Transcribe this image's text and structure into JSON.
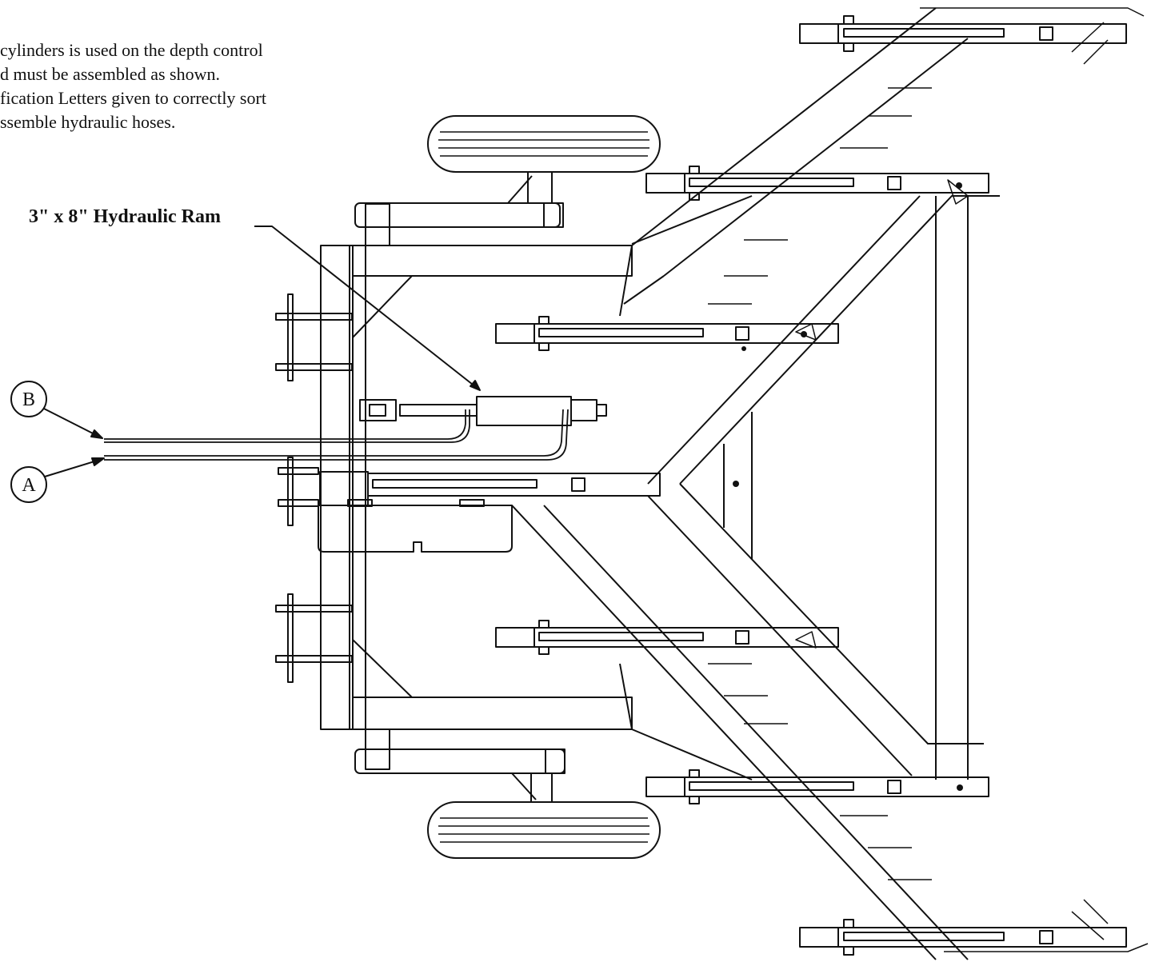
{
  "note": {
    "lines": [
      "cylinders is used on the depth control",
      "d must be assembled as shown.",
      "fication Letters given to correctly sort",
      "ssemble hydraulic hoses."
    ]
  },
  "callout": {
    "label": "3\" x 8\" Hydraulic Ram"
  },
  "hose_labels": {
    "b": "B",
    "a": "A"
  }
}
